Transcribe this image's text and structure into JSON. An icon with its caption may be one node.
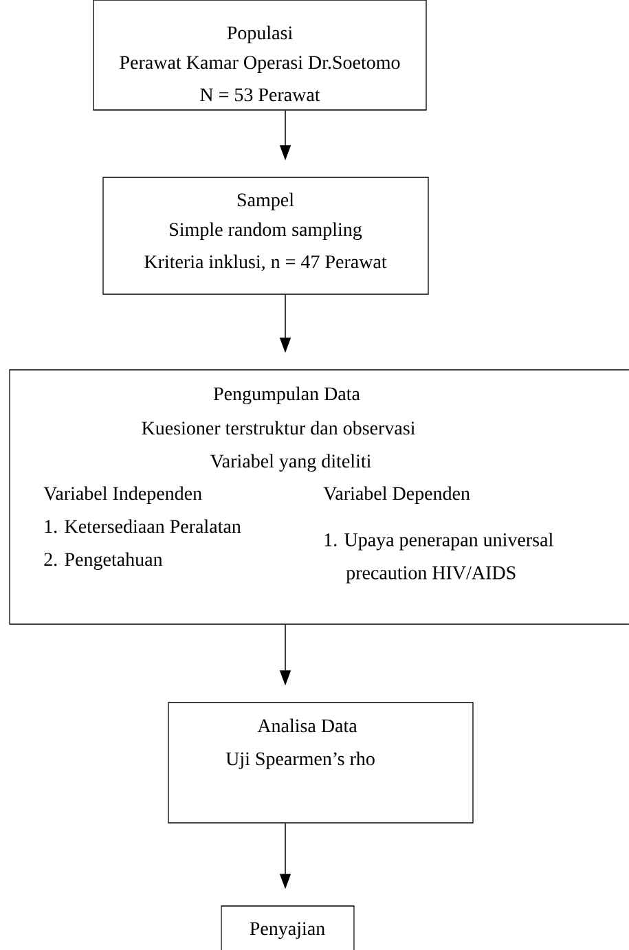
{
  "diagram": {
    "nodes": [
      {
        "text": [
          "Populasi",
          "Perawat Kamar Operasi Dr.Soetomo",
          "N = 53 Perawat"
        ]
      },
      {
        "text": [
          "Sampel",
          "Simple random sampling",
          "Kriteria inklusi, n = 47 Perawat"
        ]
      },
      {
        "text": [
          "Pengumpulan Data",
          "Kuesioner terstruktur dan observasi",
          "Variabel yang diteliti",
          "Variabel Independen",
          "1. Ketersediaan Peralatan",
          "2. Pengetahuan",
          "Variabel Dependen",
          "1. Upaya penerapan universal precaution HIV/AIDS"
        ]
      },
      {
        "text": [
          "Analisa Data",
          "Uji Spearmen’s rho"
        ]
      },
      {
        "text": [
          "Penyajian"
        ]
      }
    ],
    "edges": [
      {
        "from": 0,
        "to": 1,
        "arrow": "to"
      },
      {
        "from": 1,
        "to": 2,
        "arrow": "to"
      },
      {
        "from": 2,
        "to": 3,
        "arrow": "to"
      },
      {
        "from": 3,
        "to": 4,
        "arrow": "to"
      }
    ]
  }
}
